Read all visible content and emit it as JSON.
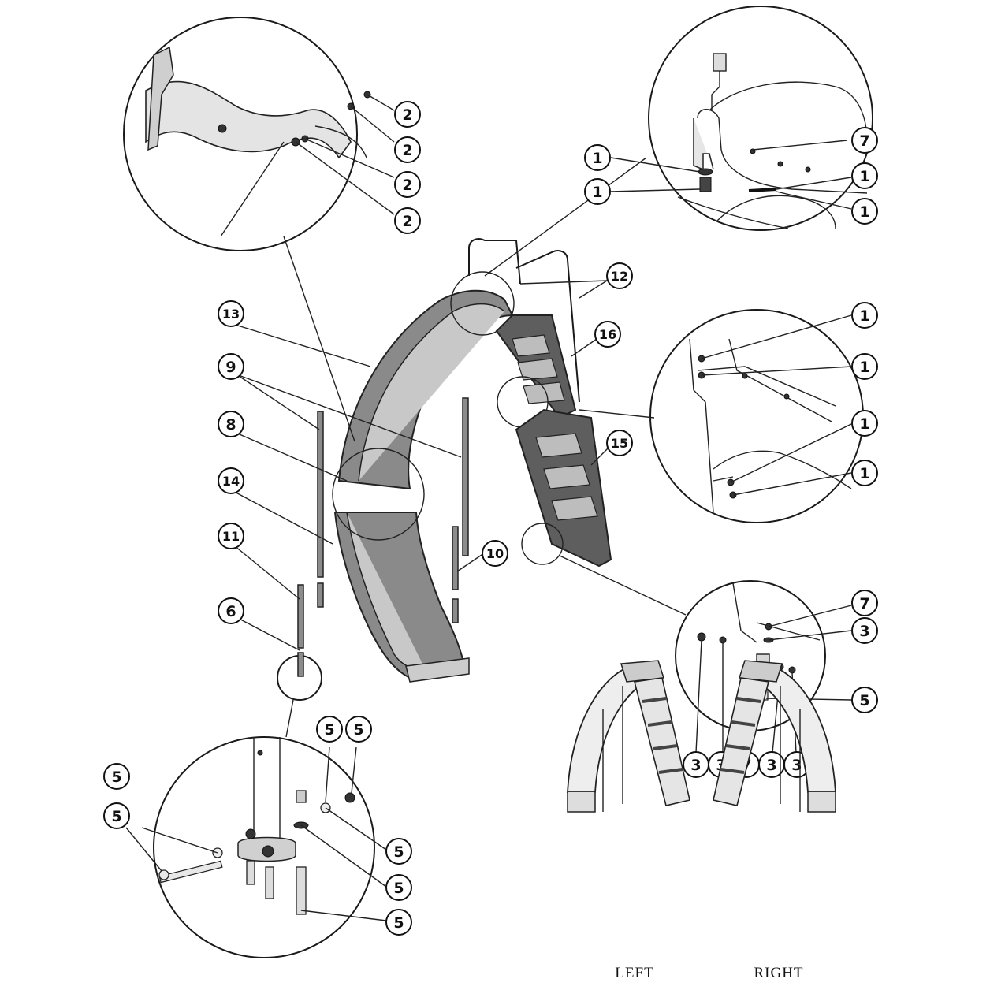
{
  "callouts": [
    {
      "id": "c-2a",
      "label": "2"
    },
    {
      "id": "c-2b",
      "label": "2"
    },
    {
      "id": "c-2c",
      "label": "2"
    },
    {
      "id": "c-2d",
      "label": "2"
    },
    {
      "id": "c-7a",
      "label": "7"
    },
    {
      "id": "c-1a",
      "label": "1"
    },
    {
      "id": "c-1b",
      "label": "1"
    },
    {
      "id": "c-1c",
      "label": "1"
    },
    {
      "id": "c-1d",
      "label": "1"
    },
    {
      "id": "c-12",
      "label": "12"
    },
    {
      "id": "c-13",
      "label": "13"
    },
    {
      "id": "c-9",
      "label": "9"
    },
    {
      "id": "c-16",
      "label": "16"
    },
    {
      "id": "c-1e",
      "label": "1"
    },
    {
      "id": "c-1f",
      "label": "1"
    },
    {
      "id": "c-1g",
      "label": "1"
    },
    {
      "id": "c-1h",
      "label": "1"
    },
    {
      "id": "c-8",
      "label": "8"
    },
    {
      "id": "c-15",
      "label": "15"
    },
    {
      "id": "c-14",
      "label": "14"
    },
    {
      "id": "c-10",
      "label": "10"
    },
    {
      "id": "c-11",
      "label": "11"
    },
    {
      "id": "c-6",
      "label": "6"
    },
    {
      "id": "c-7b",
      "label": "7"
    },
    {
      "id": "c-3a",
      "label": "3"
    },
    {
      "id": "c-5a",
      "label": "5"
    },
    {
      "id": "c-3b",
      "label": "3"
    },
    {
      "id": "c-3c",
      "label": "3"
    },
    {
      "id": "c-7c",
      "label": "7"
    },
    {
      "id": "c-3d",
      "label": "3"
    },
    {
      "id": "c-3e",
      "label": "3"
    },
    {
      "id": "c-5b",
      "label": "5"
    },
    {
      "id": "c-5c",
      "label": "5"
    },
    {
      "id": "c-5d",
      "label": "5"
    },
    {
      "id": "c-5e",
      "label": "5"
    },
    {
      "id": "c-5f",
      "label": "5"
    },
    {
      "id": "c-5g",
      "label": "5"
    },
    {
      "id": "c-5h",
      "label": "5"
    }
  ],
  "orientation": {
    "left": "LEFT",
    "right": "RIGHT"
  }
}
